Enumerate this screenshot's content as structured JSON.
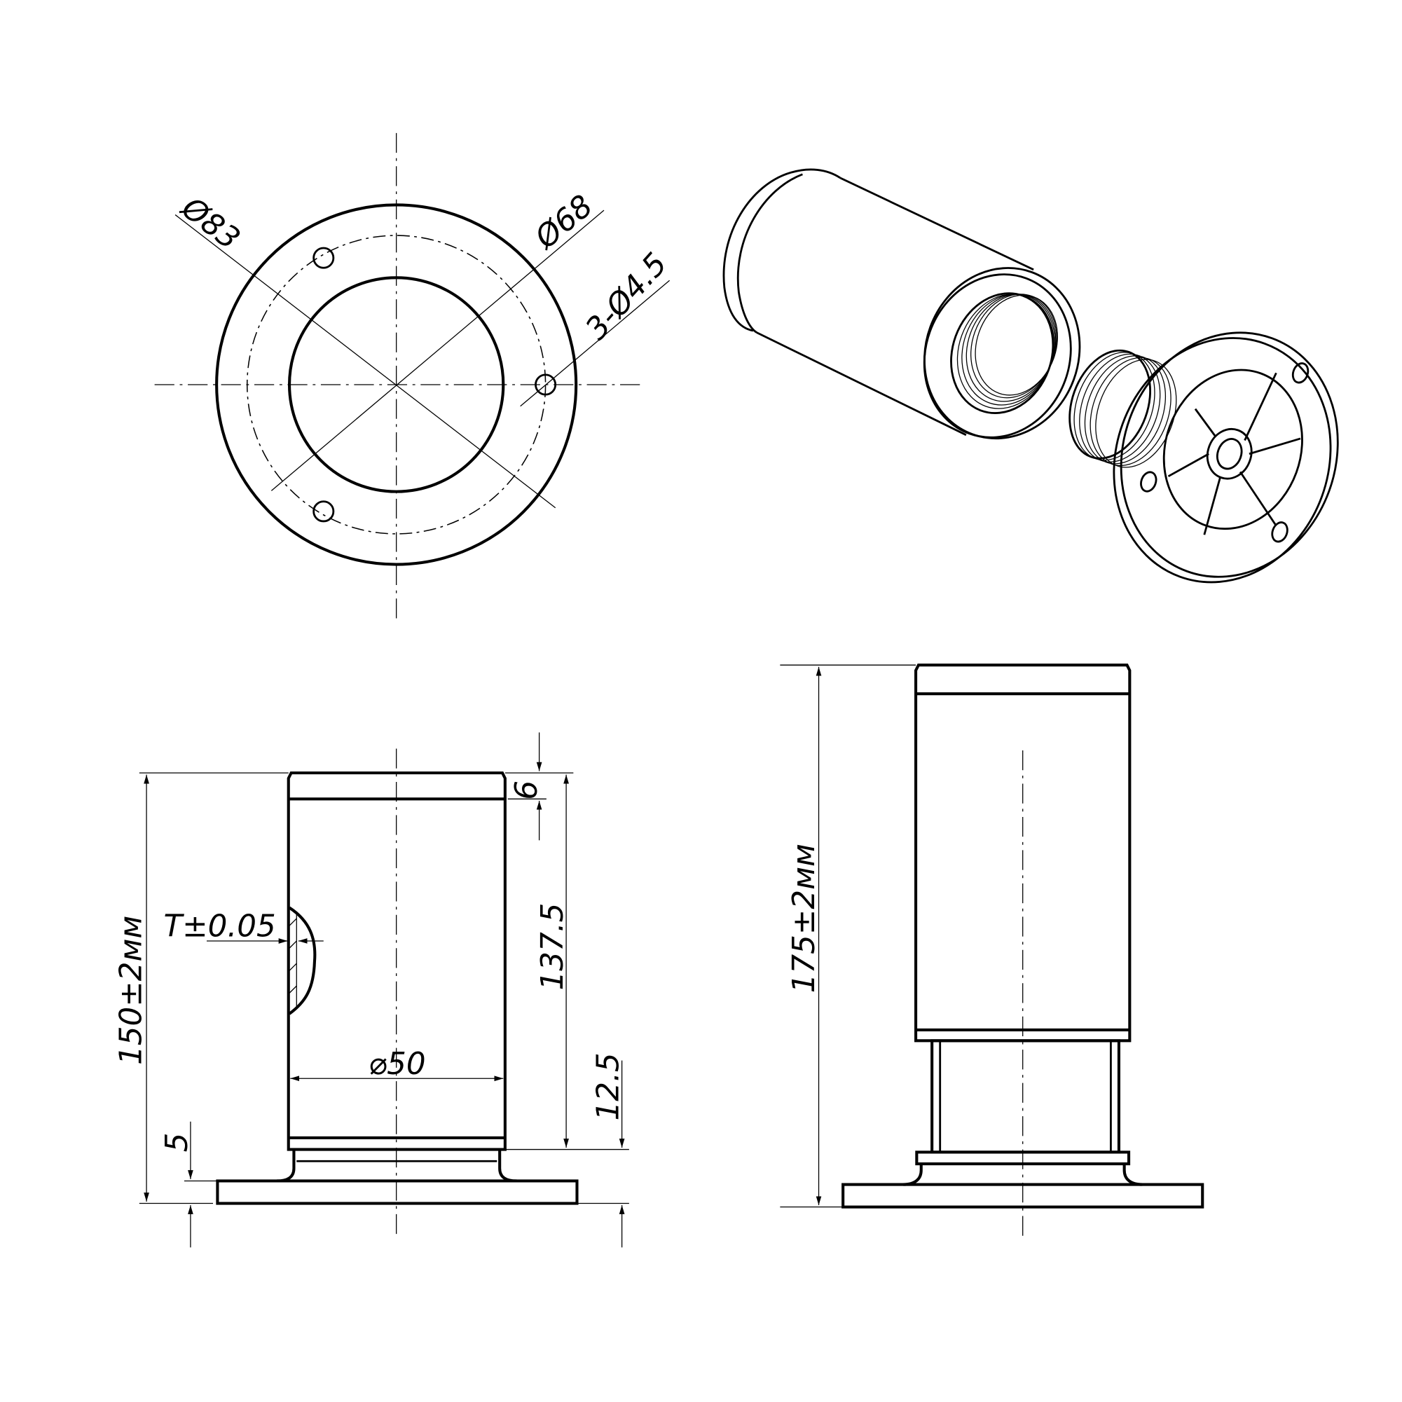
{
  "top_view": {
    "outer_diameter": "Ø83",
    "bolt_circle_diameter": "Ø68",
    "holes": "3-Ø4.5"
  },
  "front_view": {
    "total_height": "150±2мм",
    "top_band": "6",
    "body_height": "137.5",
    "base_height": "12.5",
    "plate_thickness": "5",
    "body_diameter": "⌀50",
    "wall_thickness": "T±0.05"
  },
  "extended_view": {
    "total_height": "175±2мм"
  }
}
